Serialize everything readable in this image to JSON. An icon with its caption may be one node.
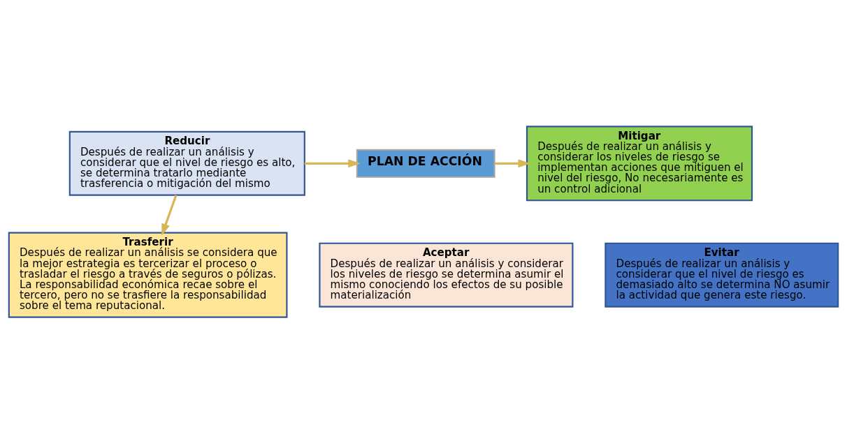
{
  "diagram": {
    "nodes": [
      {
        "text": [
          "Reducir",
          "Después de realizar un análisis y considerar que el nivel de riesgo es alto, se determina tratarlo mediante trasferencia o mitigación del mismo"
        ]
      },
      {
        "text": [
          "PLAN DE ACCIÓN"
        ]
      },
      {
        "text": [
          "Mitigar",
          "Después de realizar un análisis y considerar los niveles de riesgo se implementan acciones que mitiguen el nivel del riesgo, No necesariamente es un control adicional"
        ]
      },
      {
        "text": [
          "Aceptar",
          "Después de realizar un análisis y considerar los niveles de riesgo se determina asumir el mismo conociendo los efectos de su posible materialización"
        ]
      },
      {
        "text": [
          "Evitar",
          "Después de realizar un análisis y considerar que el nivel de riesgo es demasiado alto se determina NO asumir la actividad que genera este riesgo."
        ]
      },
      {
        "text": [
          "Trasferir",
          "Después de realizar un análisis se considera que la mejor estrategia es tercerizar el proceso o trasladar el riesgo a través de seguros o pólizas. La responsabilidad económica recae sobre el tercero, pero no se trasfiere la responsabilidad sobre el tema reputacional."
        ]
      }
    ],
    "edges": [
      {
        "from": 0,
        "to": 1,
        "arrow": "to"
      },
      {
        "from": 1,
        "to": 2,
        "arrow": "to"
      },
      {
        "from": 0,
        "to": 5,
        "arrow": "to"
      }
    ]
  }
}
